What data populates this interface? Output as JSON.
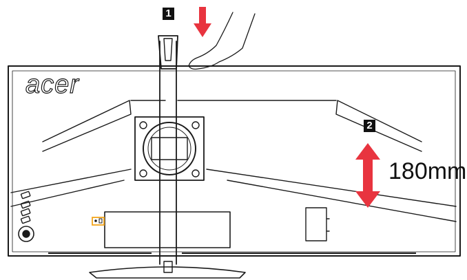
{
  "steps": [
    {
      "number": "1"
    },
    {
      "number": "2"
    }
  ],
  "brand": {
    "logo_text": "acer"
  },
  "height_adjustment": {
    "label": "180mm"
  },
  "colors": {
    "arrow_red": "#e8343f",
    "line": "#1a1a1a",
    "port_highlight": "#f3a51c"
  },
  "icons": [
    "down-arrow-icon",
    "hand-icon",
    "double-arrow-icon"
  ]
}
